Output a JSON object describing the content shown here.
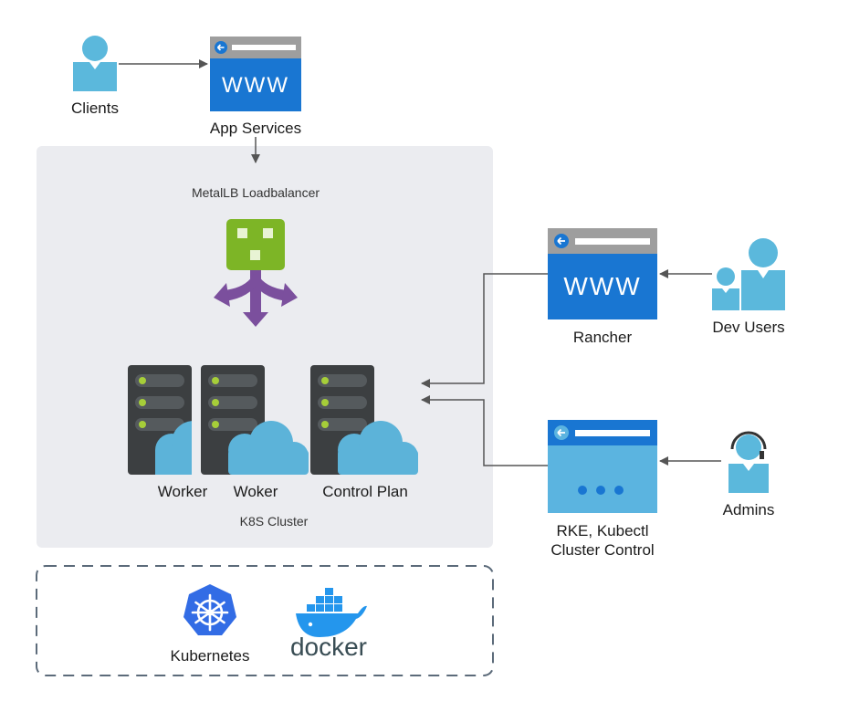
{
  "colors": {
    "person": "#5bb8dc",
    "browser_frame": "#9e9e9e",
    "browser_blue": "#1976d2",
    "browser_light": "#5bb4e0",
    "cluster_bg": "#ebecf0",
    "server": "#3c3f41",
    "led": "#a6ce39",
    "cloud": "#5cb3d9",
    "lb_green": "#7db526",
    "lb_arrows": "#7b4f9d",
    "connector": "#555555",
    "kubernetes": "#326ce5",
    "docker_blue": "#2496ed",
    "docker_text": "#394d54",
    "dashed_border": "#5c6b7a"
  },
  "icons": {
    "clients": "user-icon",
    "app_services": "www-browser-icon",
    "loadbalancer": "loadbalancer-icon",
    "servers": "server-cloud-icon",
    "rancher": "www-browser-icon",
    "dev_users": "user-group-icon",
    "cluster_control": "browser-dots-icon",
    "admins": "support-user-icon",
    "kubernetes": "kubernetes-helm-icon",
    "docker": "docker-whale-icon"
  },
  "nodes": {
    "clients": "Clients",
    "app_services": "App Services",
    "app_services_www": "WWW",
    "loadbalancer": "MetalLB Loadbalancer",
    "worker1": "Worker",
    "worker2": "Woker",
    "control_plane": "Control Plan",
    "cluster": "K8S Cluster",
    "rancher": "Rancher",
    "rancher_www": "WWW",
    "dev_users": "Dev Users",
    "cluster_control": "RKE, Kubectl\nCluster Control",
    "admins": "Admins",
    "kubernetes": "Kubernetes",
    "docker": "docker"
  }
}
